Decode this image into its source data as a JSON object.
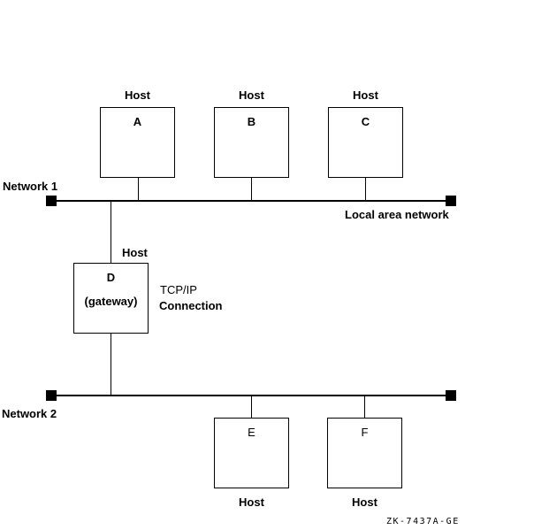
{
  "colors": {
    "background": "#ffffff",
    "line": "#000000"
  },
  "figure_id": "ZK-7437A-GE",
  "networks": [
    {
      "name": "Network 1",
      "annotation": "Local area network"
    },
    {
      "name": "Network 2"
    }
  ],
  "connection": {
    "line1": "TCP/IP",
    "line2": "Connection"
  },
  "hosts": [
    {
      "caption": "Host",
      "letter": "A"
    },
    {
      "caption": "Host",
      "letter": "B"
    },
    {
      "caption": "Host",
      "letter": "C"
    },
    {
      "caption": "Host",
      "letter": "D",
      "sublabel": "(gateway)"
    },
    {
      "caption": "Host",
      "letter": "E"
    },
    {
      "caption": "Host",
      "letter": "F"
    }
  ]
}
